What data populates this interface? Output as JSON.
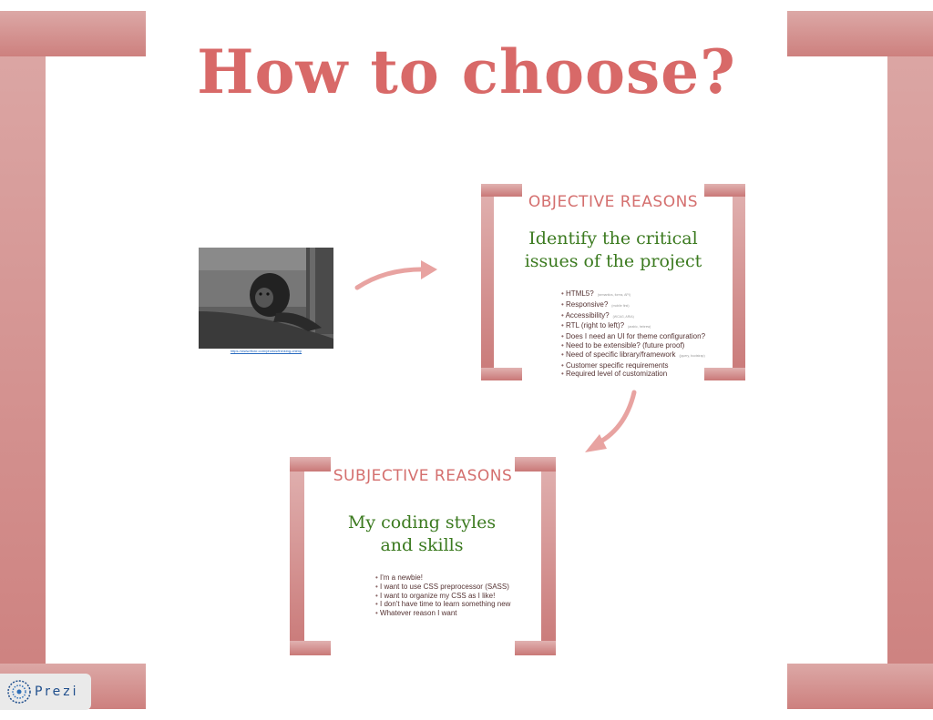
{
  "title": "How to choose?",
  "photo": {
    "link_text": "https://www.flickr.com/photos/thinking-chimp"
  },
  "objective": {
    "title": "OBJECTIVE REASONS",
    "heading_line1": "Identify the critical",
    "heading_line2": "issues of the project",
    "items": [
      {
        "text": "HTML5?",
        "note": "(semantics, forms, API)"
      },
      {
        "text": "Responsive?",
        "note": "(mobile first)"
      },
      {
        "text": "Accessibility?",
        "note": "(WCAG, ARIA)"
      },
      {
        "text": "RTL (right to left)?",
        "note": "(arabic, hebrew)"
      },
      {
        "text": "Does I need an UI for theme configuration?",
        "note": ""
      },
      {
        "text": "Need to be extensible? (future proof)",
        "note": ""
      },
      {
        "text": "Need of specific library/framework",
        "note": "(jquery, bootstrap)"
      },
      {
        "text": "Customer specific requirements",
        "note": ""
      },
      {
        "text": "Required level of customization",
        "note": ""
      }
    ]
  },
  "subjective": {
    "title": "SUBJECTIVE REASONS",
    "heading_line1": "My coding styles",
    "heading_line2": "and skills",
    "items": [
      "I'm a newbie!",
      "I want to use CSS preprocessor (SASS)",
      "I want to organize my CSS as I like!",
      "I don't have time to learn something new",
      "Whatever reason I want"
    ]
  },
  "brand": {
    "name": "Prezi",
    "label": "Prezi"
  },
  "colors": {
    "bracket": "#d89290",
    "title": "#d86968",
    "heading": "#3b7a1f",
    "arrow": "#e8a3a1",
    "brand": "#1f4e8c"
  }
}
